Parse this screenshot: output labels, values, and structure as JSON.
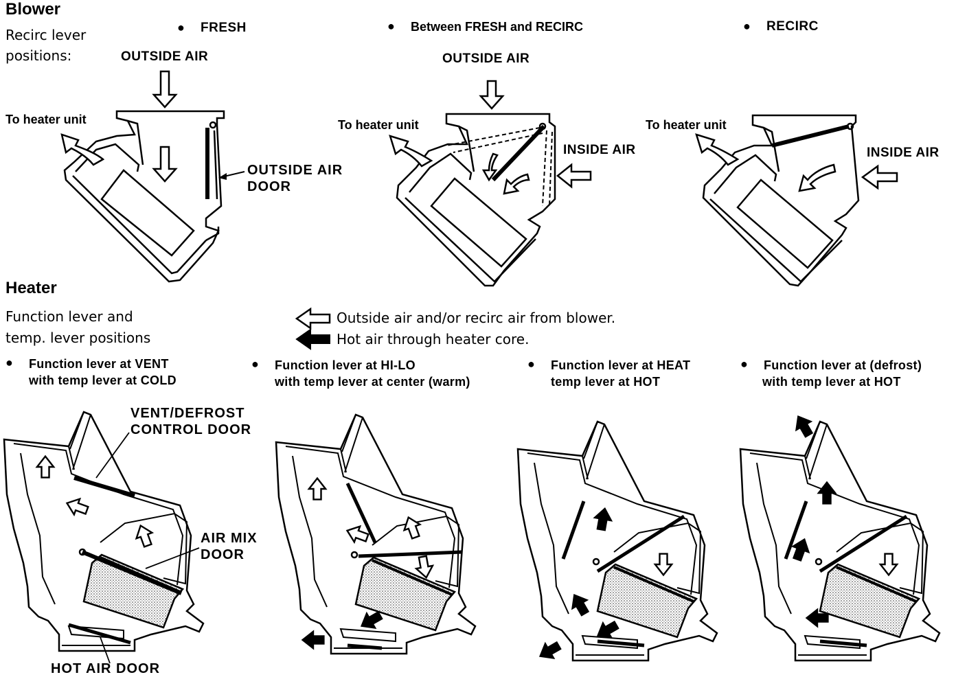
{
  "blower": {
    "heading": "Blower",
    "subheading": [
      "Recirc lever",
      "positions:"
    ],
    "positions": [
      {
        "label": "FRESH",
        "outside_air": "OUTSIDE AIR",
        "to_heater": "To heater unit",
        "door_label": [
          "OUTSIDE AIR",
          "DOOR"
        ]
      },
      {
        "label": "Between FRESH and RECIRC",
        "outside_air": "OUTSIDE AIR",
        "to_heater": "To heater unit",
        "inside_air": "INSIDE AIR"
      },
      {
        "label": "RECIRC",
        "to_heater": "To heater unit",
        "inside_air": "INSIDE AIR"
      }
    ]
  },
  "heater": {
    "heading": "Heater",
    "subheading": [
      "Function lever and",
      "temp. lever positions"
    ],
    "legend": {
      "outline_arrow": "Outside air and/or recirc air from blower.",
      "solid_arrow": "Hot air through heater core."
    },
    "positions": [
      {
        "line1": "Function lever at VENT",
        "line2": "with temp lever at COLD"
      },
      {
        "line1": "Function lever at HI-LO",
        "line2": "with temp lever at center (warm)"
      },
      {
        "line1": "Function lever at HEAT",
        "line2": "temp lever at HOT"
      },
      {
        "line1": "Function lever at (defrost)",
        "line2": "with temp lever at HOT"
      }
    ],
    "callouts": {
      "vent_defrost": [
        "VENT/DEFROST",
        "CONTROL DOOR"
      ],
      "air_mix": [
        "AIR MIX",
        "DOOR"
      ],
      "hot_air": "HOT AIR DOOR"
    }
  },
  "bullet": "●"
}
